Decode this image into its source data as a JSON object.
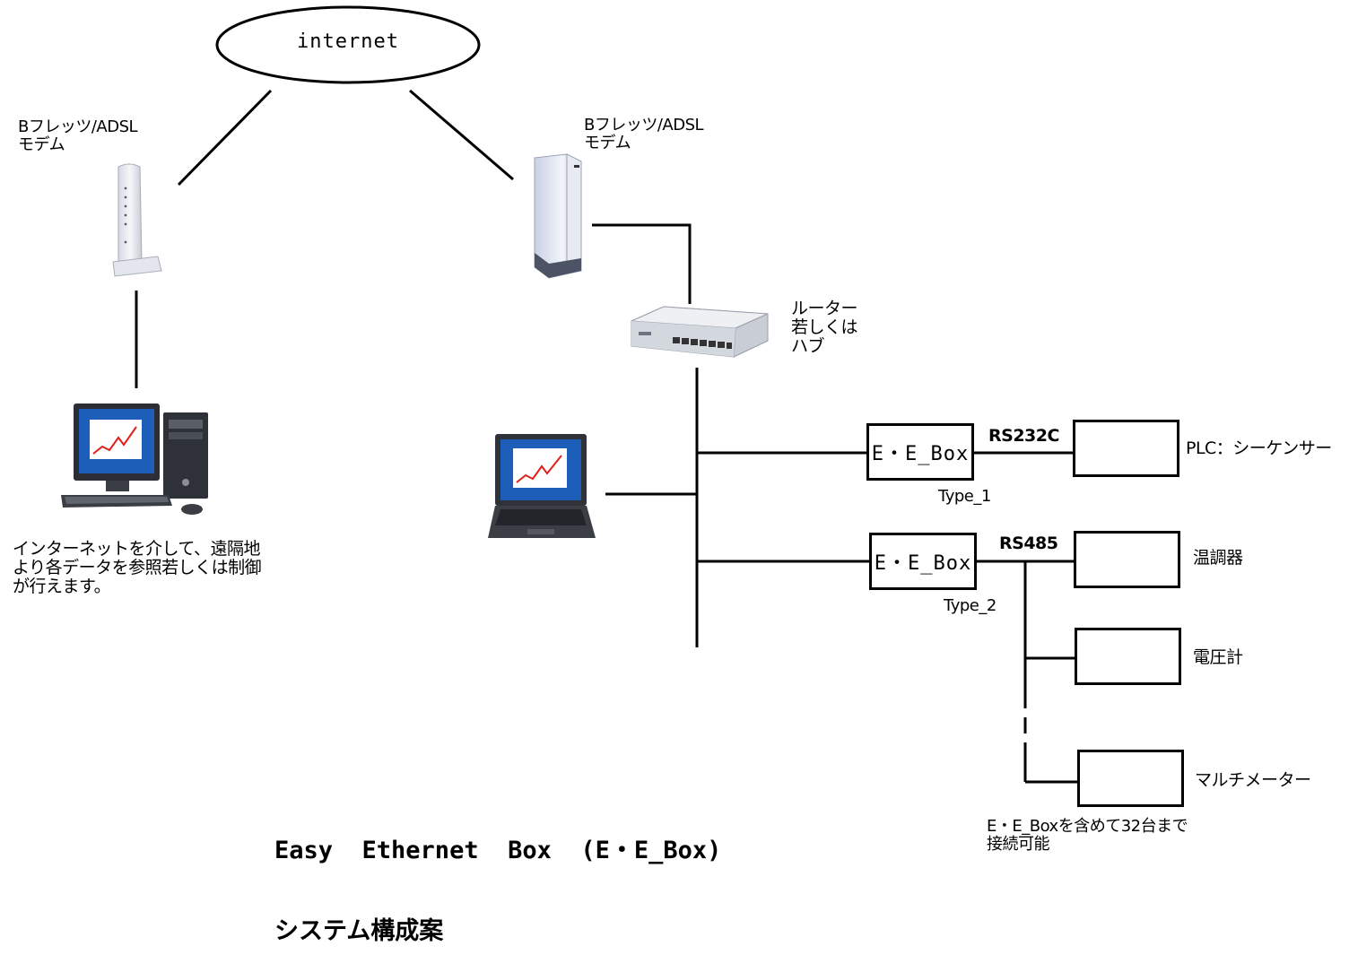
{
  "diagram": {
    "cloud_label": "internet",
    "modem_left_label": [
      "Bフレッツ/ADSL",
      "モデム"
    ],
    "modem_right_label": [
      "Bフレッツ/ADSL",
      "モデム"
    ],
    "router_label": [
      "ルーター",
      "若しくは",
      "ハブ"
    ],
    "remote_note": [
      "インターネットを介して、遠隔地",
      "より各データを参照若しくは制御",
      "が行えます。"
    ],
    "ebox1": {
      "label": "E・E_Box",
      "type": "Type_1",
      "link": "RS232C"
    },
    "ebox2": {
      "label": "E・E_Box",
      "type": "Type_2",
      "link": "RS485"
    },
    "devices": [
      "PLC：シーケンサー",
      "温調器",
      "電圧計",
      "マルチメーター"
    ],
    "bus_note": [
      "E・E_Boxを含めて32台まで",
      "接続可能"
    ],
    "title": [
      "Easy  Ethernet  Box  (E・E_Box)",
      "システム構成案"
    ],
    "colors": {
      "line": "#000000",
      "screen": "#1d5fb8",
      "chart_line": "#e0201b",
      "device_body": "#e6e8ef"
    }
  }
}
